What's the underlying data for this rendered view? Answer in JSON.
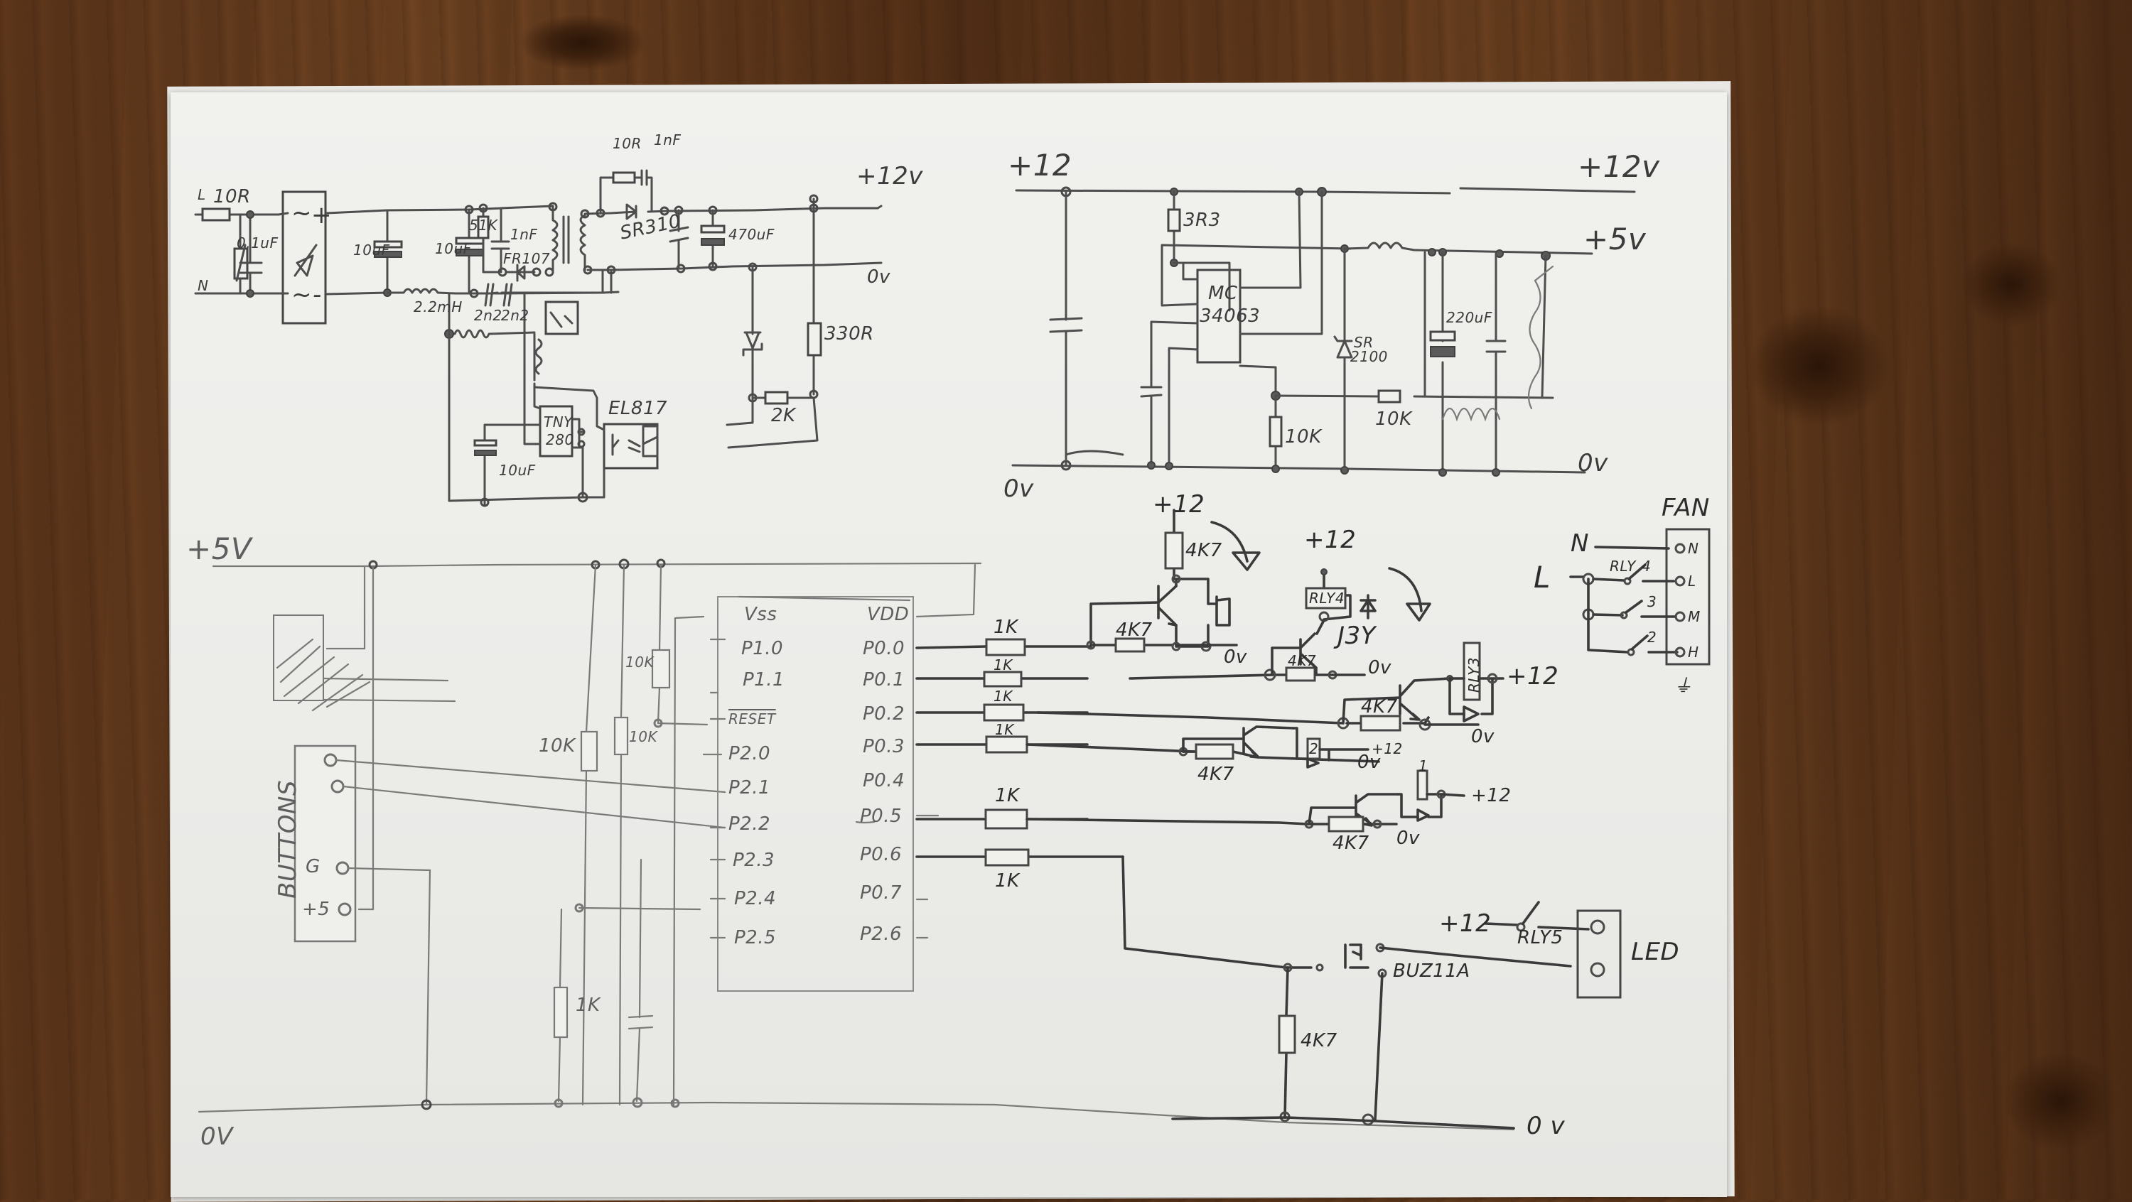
{
  "document": {
    "type": "hand-drawn circuit schematic on paper",
    "background": "wooden table"
  },
  "power_supply_12v": {
    "input": {
      "live": "L",
      "neutral": "N",
      "fuse_resistor": "10R",
      "x_cap": "0.1uF"
    },
    "bridge": {
      "ac1": "~",
      "ac2": "~",
      "plus": "+",
      "minus": "-"
    },
    "bulk_caps": [
      "10uF",
      "10uF"
    ],
    "inductor": "2.2mH",
    "snubber": {
      "resistor": "51K",
      "cap": "1nF",
      "diode": "FR107"
    },
    "y_caps": [
      "2n2",
      "2n2"
    ],
    "secondary_snubber": {
      "resistor": "10R",
      "cap": "1nF"
    },
    "output_diode": "SR310",
    "output_cap": "470uF",
    "controller": {
      "name": "TNY",
      "number": "280"
    },
    "bypass_cap": "10uF",
    "optocoupler": "EL817",
    "feedback_resistors": [
      "330R",
      "2K"
    ],
    "rail_labels": {
      "plus": "+12v",
      "ground": "0v"
    }
  },
  "buck_5v": {
    "input_label": "+12",
    "ic": {
      "line1": "MC",
      "line2": "34063"
    },
    "sense_resistor": "3R3",
    "diode": {
      "line1": "SR",
      "line2": "2100"
    },
    "output_cap": "220uF",
    "feedback_resistors": [
      "10K",
      "10K"
    ],
    "rail_labels": {
      "in": "+12v",
      "out": "+5v",
      "ground": "0v",
      "ground_left": "0v"
    }
  },
  "microcontroller": {
    "left_pins": [
      "Vss",
      "P1.0",
      "P1.1",
      "RESET",
      "P2.0",
      "P2.1",
      "P2.2",
      "P2.3",
      "P2.4",
      "P2.5"
    ],
    "right_pins": [
      "VDD",
      "P0.0",
      "P0.1",
      "P0.2",
      "P0.3",
      "P0.4",
      "P0.5",
      "P0.6",
      "P0.7",
      "P2.6"
    ],
    "series_resistors": [
      "1K",
      "1K",
      "1K",
      "1K",
      "1K",
      "1K"
    ],
    "pullups": [
      "10K",
      "10K",
      "10K"
    ],
    "reset_resistor": "1K",
    "rail_labels": {
      "plus": "+5V",
      "ground": "0V",
      "ground_right": "0 v"
    }
  },
  "buttons": {
    "label": "BUTTONS",
    "pins": [
      "",
      "",
      "G",
      "+5"
    ]
  },
  "drivers": {
    "buzzer": {
      "supply": "+12",
      "pullup": "4K7",
      "base_res": "4K7",
      "ground": "0v"
    },
    "relay4": {
      "supply": "+12",
      "coil": "RLY4",
      "transistor": "J3Y",
      "base_res": "4K7",
      "ground": "0v"
    },
    "relay3": {
      "coil": "RLY3",
      "base_res": "4K7",
      "supply": "+12",
      "ground": "0v"
    },
    "relay2": {
      "coil": "2",
      "base_res": "4K7",
      "supply": "+12",
      "ground": "0v"
    },
    "relay1": {
      "coil": "1",
      "base_res": "4K7",
      "supply": "+12",
      "ground": "0v"
    }
  },
  "fan": {
    "title": "FAN",
    "neutral": "N",
    "live": "L",
    "relay_label": "RLY",
    "contacts": [
      "4",
      "3",
      "2"
    ],
    "terminals": [
      "N",
      "L",
      "M",
      "H"
    ],
    "earth": "earth"
  },
  "led_driver": {
    "supply": "+12",
    "relay": "RLY5",
    "mosfet": "BUZ11A",
    "gate_res": "4K7",
    "load": "LED"
  }
}
